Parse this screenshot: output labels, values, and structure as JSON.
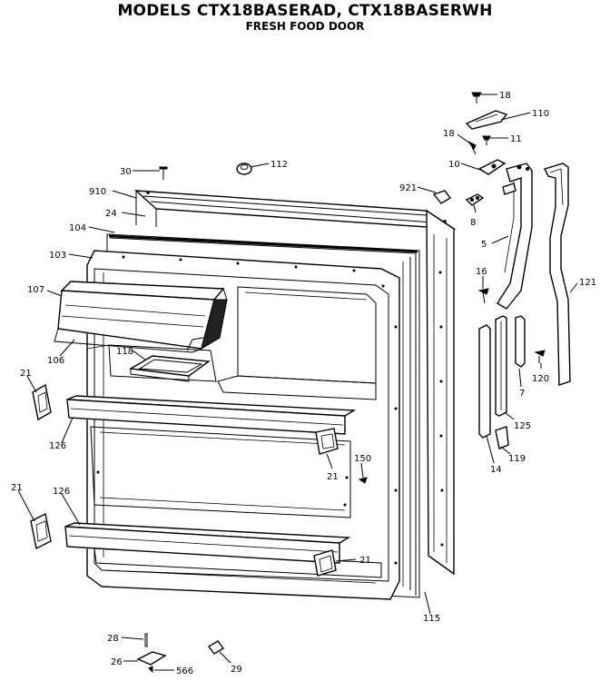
{
  "header": {
    "title": "MODELS CTX18BASERAD, CTX18BASERWH",
    "subtitle": "FRESH FOOD DOOR"
  },
  "callouts": {
    "c18a": "18",
    "c110": "110",
    "c18b": "18",
    "c11": "11",
    "c10": "10",
    "c921": "921",
    "c8": "8",
    "c5": "5",
    "c16": "16",
    "c121": "121",
    "c120": "120",
    "c7": "7",
    "c125": "125",
    "c119": "119",
    "c14": "14",
    "c30": "30",
    "c112": "112",
    "c910": "910",
    "c24": "24",
    "c104": "104",
    "c103": "103",
    "c107": "107",
    "c106": "106",
    "c118": "118",
    "c21a": "21",
    "c126a": "126",
    "c21b": "21",
    "c150": "150",
    "c21c": "21",
    "c126b": "126",
    "c21d": "21",
    "c115": "115",
    "c28": "28",
    "c26": "26",
    "c566": "566",
    "c29": "29"
  }
}
